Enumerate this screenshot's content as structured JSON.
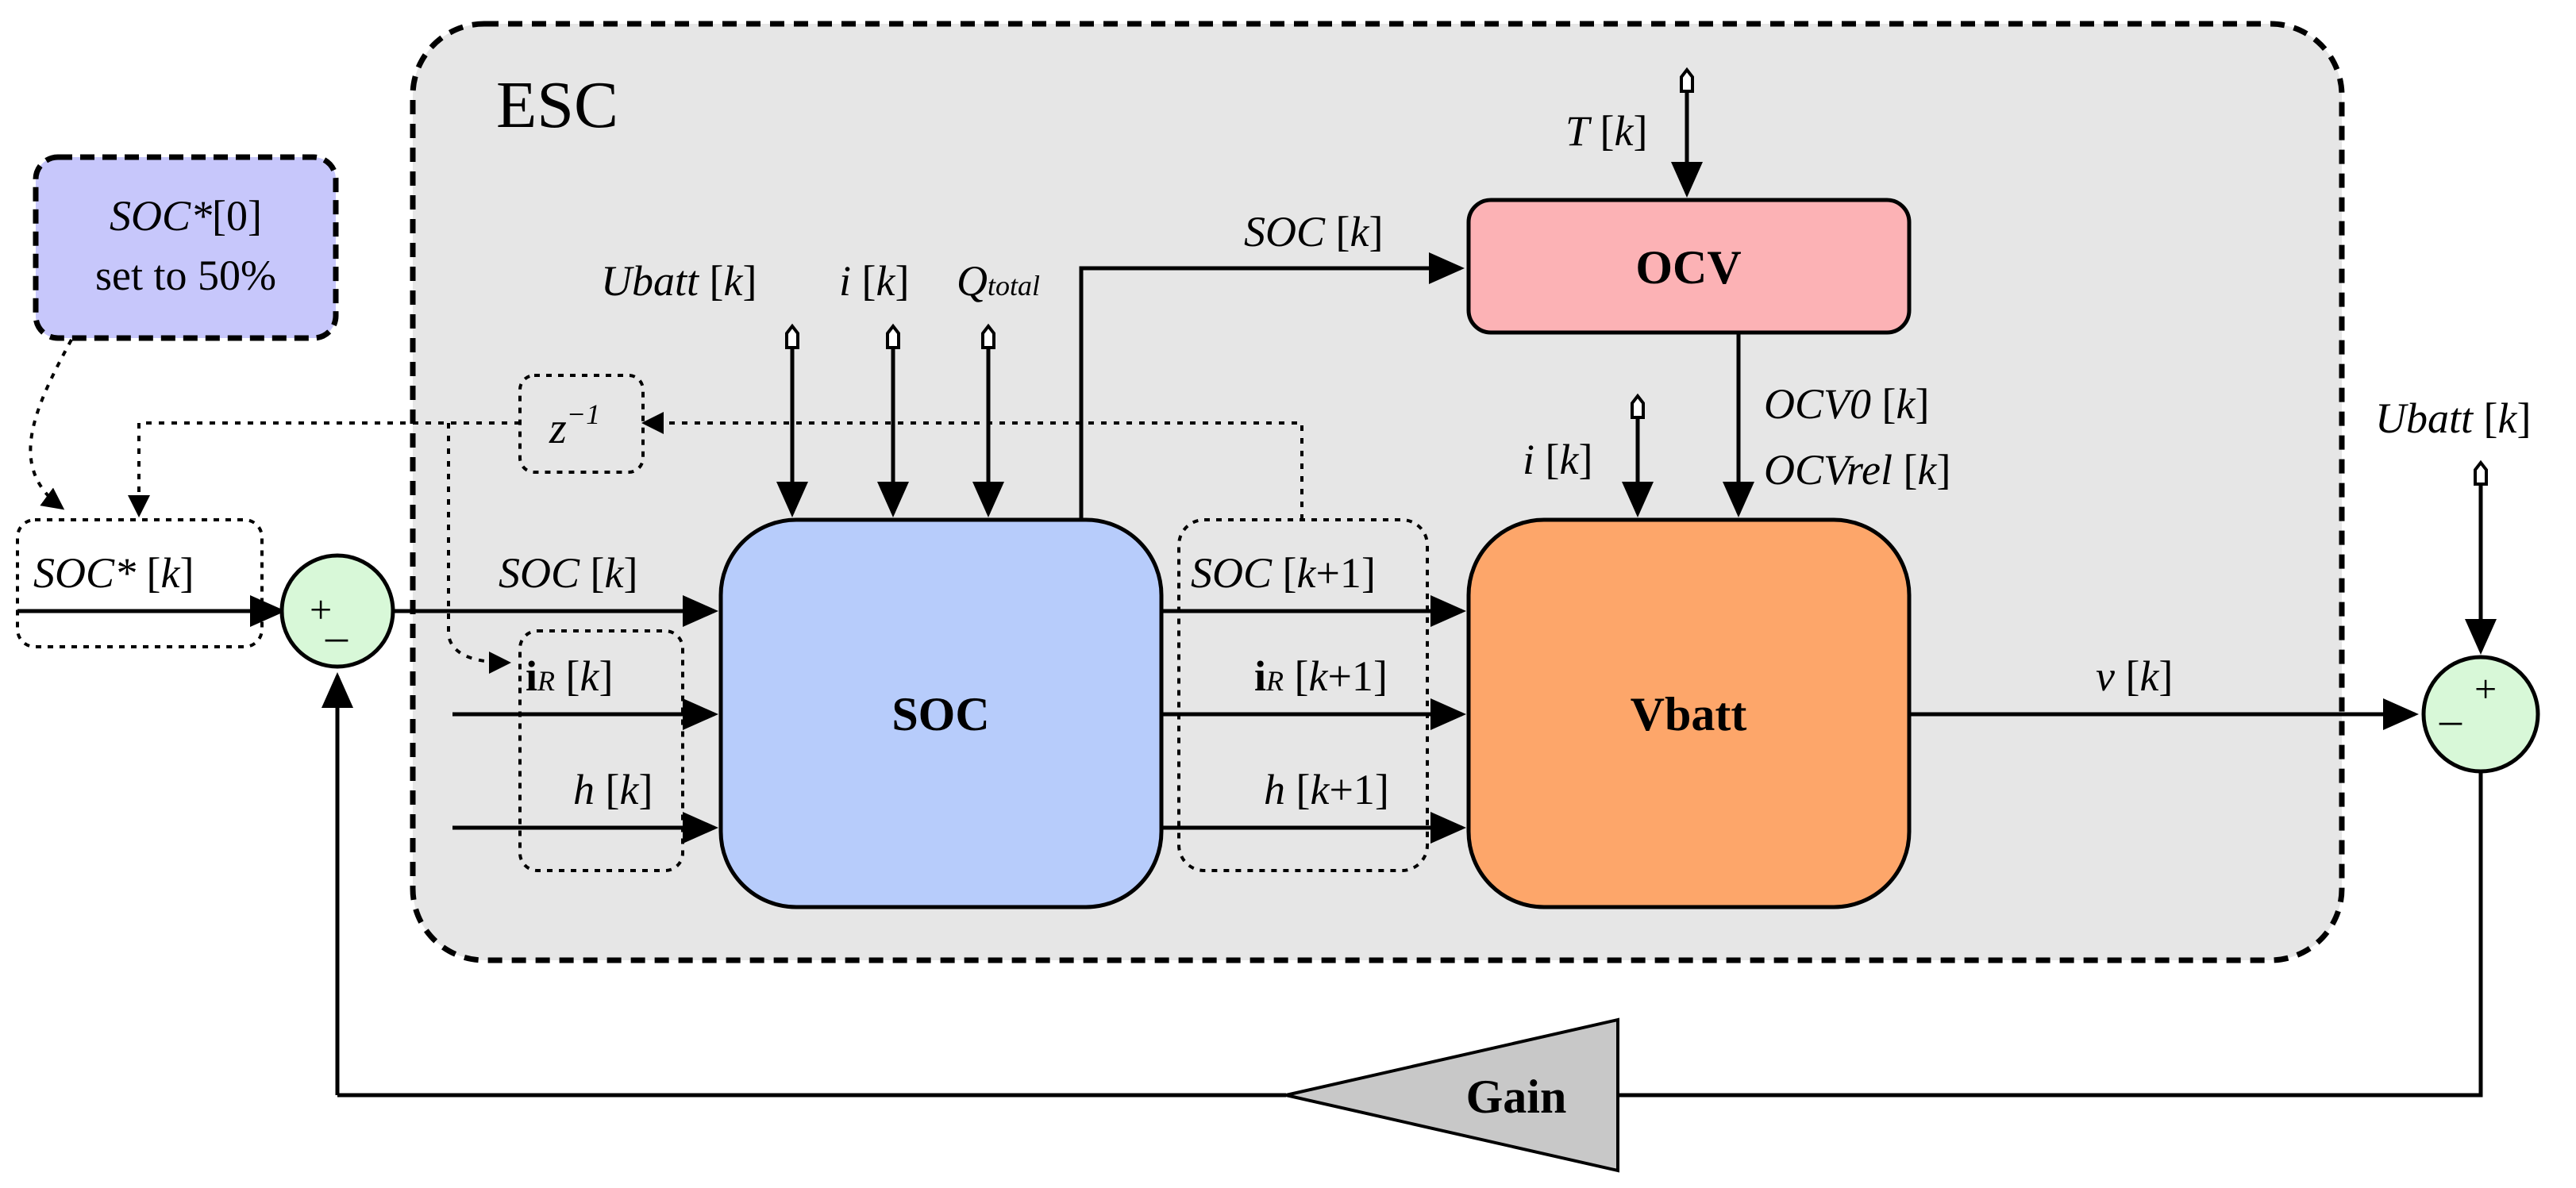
{
  "esc_label": "ESC",
  "init_box": {
    "line1_italic": "SOC*",
    "line1_rest": "[0]",
    "line2": "set to 50%"
  },
  "ref_box": {
    "var": "SOC*",
    "idx": "k"
  },
  "sum_left": {
    "plus": "+",
    "minus": "–"
  },
  "sum_right": {
    "plus": "+",
    "minus": "–"
  },
  "delay": {
    "z": "z",
    "exp": "−1"
  },
  "inputs": {
    "ubatt": {
      "var": "Ubatt",
      "idx": "k"
    },
    "i": {
      "var": "i",
      "idx": "k"
    },
    "q_total": {
      "var": "Q",
      "sub": "total"
    },
    "T": {
      "var": "T",
      "idx": "k"
    },
    "i_v": {
      "var": "i",
      "idx": "k"
    },
    "ubatt_out": {
      "var": "Ubatt",
      "idx": "k"
    }
  },
  "soc_block": {
    "label": "SOC",
    "color": "#b7ccfb"
  },
  "ocv_block": {
    "label": "OCV",
    "color": "#fcb2b5"
  },
  "vbatt_block": {
    "label": "Vbatt",
    "color": "#fda66a"
  },
  "signals": {
    "soc_k": {
      "var": "SOC",
      "idx": "k"
    },
    "ir_k": {
      "var": "i",
      "sub": "R",
      "idx": "k"
    },
    "h_k": {
      "var": "h",
      "idx": "k"
    },
    "soc_k1": {
      "var": "SOC",
      "idx": "k",
      "plus": "+1"
    },
    "ir_k1": {
      "var": "i",
      "sub": "R",
      "idx": "k",
      "plus": "+1"
    },
    "h_k1": {
      "var": "h",
      "idx": "k",
      "plus": "+1"
    },
    "soc_to_ocv": {
      "var": "SOC",
      "idx": "k"
    },
    "ocv0": {
      "var": "OCV0",
      "idx": "k"
    },
    "ocvrel": {
      "var": "OCVrel",
      "idx": "k"
    },
    "v_k": {
      "var": "v",
      "idx": "k"
    }
  },
  "gain": {
    "label": "Gain"
  },
  "colors": {
    "esc_bg": "#e6e6e6",
    "init_bg": "#c7c7fb",
    "sum_bg": "#d8f8d8",
    "gain_bg": "#c8c8c8"
  }
}
